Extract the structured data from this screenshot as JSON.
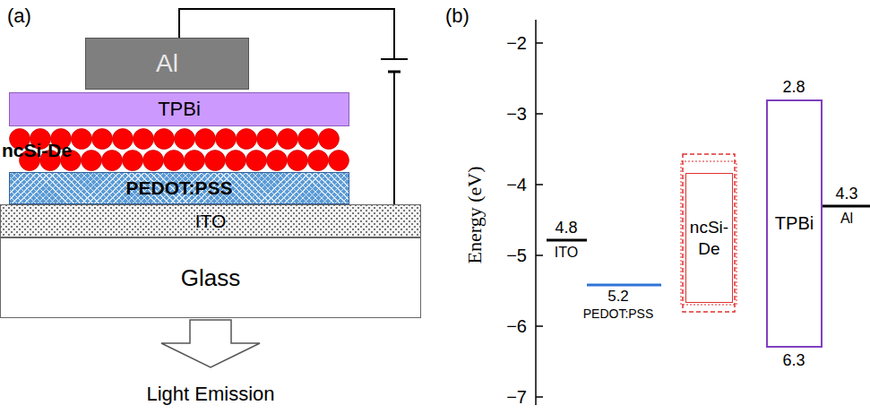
{
  "diagram": {
    "nodes": [
      {
        "text": [
          "Al"
        ]
      },
      {
        "text": [
          "TPBi"
        ]
      },
      {
        "text": [
          "ncSi-De"
        ]
      },
      {
        "text": [
          "PEDOT:PSS"
        ]
      },
      {
        "text": [
          "ITO"
        ]
      },
      {
        "text": [
          "Glass"
        ]
      },
      {
        "text": [
          "ncSi- De"
        ]
      },
      {
        "text": [
          "TPBi"
        ]
      }
    ],
    "labels": [
      "(a)",
      "Light Emission",
      "(b)",
      "−2",
      "−3",
      "−4",
      "−5",
      "−6",
      "−7",
      "Energy (eV)",
      "4.8",
      "ITO",
      "5.2",
      "PEDOT:PSS",
      "2.8",
      "6.3",
      "4.3",
      "Al"
    ]
  }
}
